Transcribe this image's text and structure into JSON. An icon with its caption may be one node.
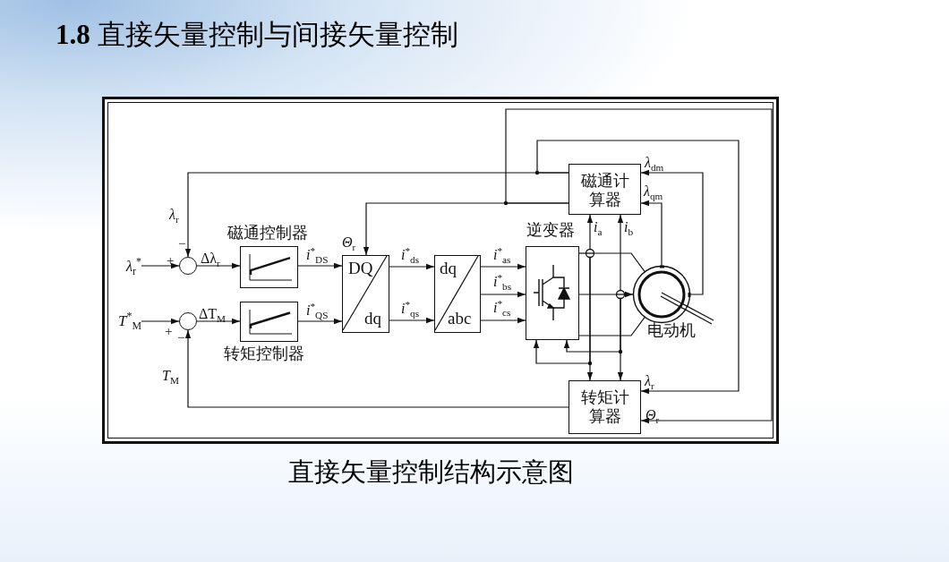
{
  "diagram": {
    "title": "**1.8** 直接矢量控制与间接矢量控制",
    "caption": "直接矢量控制结构示意图",
    "nodes": [
      {
        "text": [
          "*λ*$_{r}$$^{*}$"
        ]
      },
      {
        "text": [
          "*T*$^{*}$$_{M}$"
        ]
      },
      {
        "text": [],
        "shape": "circle"
      },
      {
        "text": [],
        "shape": "circle"
      },
      {
        "text": [],
        "shape": "box",
        "beside": [
          "磁通控制器"
        ]
      },
      {
        "text": [],
        "shape": "box",
        "beside": [
          "转矩控制器"
        ]
      },
      {
        "text": [
          "DQ",
          "dq"
        ]
      },
      {
        "text": [
          "dq",
          "abc"
        ]
      },
      {
        "text": [],
        "shape": "box",
        "beside": [
          "逆变器"
        ]
      },
      {
        "text": [
          "磁通计算器"
        ]
      },
      {
        "text": [
          "转矩计算器"
        ]
      },
      {
        "text": [],
        "shape": "circle",
        "beside": [
          "电动机"
        ]
      },
      {
        "text": [],
        "shape": "circle"
      },
      {
        "text": [],
        "shape": "circle"
      }
    ],
    "edges": [
      {
        "from": 0,
        "to": 2,
        "arrow": "to"
      },
      {
        "from": 1,
        "to": 3,
        "arrow": "to"
      },
      {
        "from": 2,
        "to": 4,
        "arrow": "to",
        "label": "Δλ$_{r}$"
      },
      {
        "from": 3,
        "to": 5,
        "arrow": "to",
        "label": "ΔT$_{M}$"
      },
      {
        "from": 4,
        "to": 6,
        "arrow": "to",
        "label": "*i*$^{*}$$_{DS}$"
      },
      {
        "from": 5,
        "to": 6,
        "arrow": "to",
        "label": "*i*$^{*}$$_{QS}$"
      },
      {
        "from": 6,
        "to": 7,
        "arrow": "to",
        "label": "*i*$^{*}$$_{ds}$"
      },
      {
        "from": 6,
        "to": 7,
        "arrow": "to",
        "label": "*i*$^{*}$$_{qs}$"
      },
      {
        "from": 7,
        "to": 8,
        "arrow": "to",
        "label": "*i*$^{*}$$_{as}$"
      },
      {
        "from": 7,
        "to": 8,
        "arrow": "to",
        "label": "*i*$^{*}$$_{bs}$"
      },
      {
        "from": 7,
        "to": 8,
        "arrow": "to",
        "label": "*i*$^{*}$$_{cs}$"
      },
      {
        "from": 9,
        "to": 2,
        "arrow": "to",
        "label": "*λ*$_{r}$"
      },
      {
        "from": 9,
        "to": 10,
        "arrow": "to",
        "label": "*λ*$_{r}$"
      },
      {
        "from": 9,
        "to": 6,
        "arrow": "to",
        "label": "*Θ*$_{r}$"
      },
      {
        "from": 9,
        "to": 10,
        "arrow": "to",
        "label": "*Θ*$_{r}$"
      },
      {
        "from": 10,
        "to": 3,
        "arrow": "to",
        "label": "*T*$_{M}$"
      },
      {
        "from": 11,
        "to": 9,
        "arrow": "to",
        "label": "*λ*$_{dm}$"
      },
      {
        "from": 11,
        "to": 9,
        "arrow": "to",
        "label": "*λ*$_{qm}$"
      },
      {
        "from": 8,
        "to": 12,
        "arrow": "none"
      },
      {
        "from": 12,
        "to": 11,
        "arrow": "none"
      },
      {
        "from": 8,
        "to": 13,
        "arrow": "none"
      },
      {
        "from": 13,
        "to": 11,
        "arrow": "to"
      },
      {
        "from": 8,
        "to": 11,
        "arrow": "none"
      },
      {
        "from": 12,
        "to": 9,
        "arrow": "to",
        "label": "*i*$_{a}$"
      },
      {
        "from": 12,
        "to": 10,
        "arrow": "to"
      },
      {
        "from": 13,
        "to": 9,
        "arrow": "to",
        "label": "*i*$_{b}$"
      },
      {
        "from": 13,
        "to": 10,
        "arrow": "to"
      },
      {
        "from": 12,
        "to": 8,
        "arrow": "to"
      },
      {
        "from": 13,
        "to": 8,
        "arrow": "to"
      }
    ],
    "labels": [
      "−",
      "+",
      "+",
      "−"
    ]
  }
}
